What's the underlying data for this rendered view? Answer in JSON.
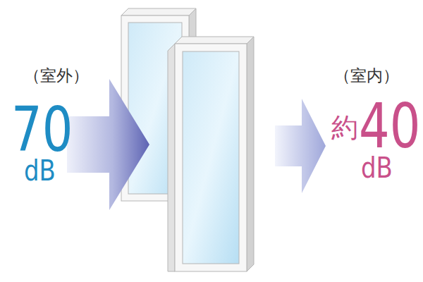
{
  "diagram": {
    "labels": [
      "（室外）",
      "70",
      "dB",
      "（室内）",
      "約",
      "40",
      "dB"
    ]
  }
}
